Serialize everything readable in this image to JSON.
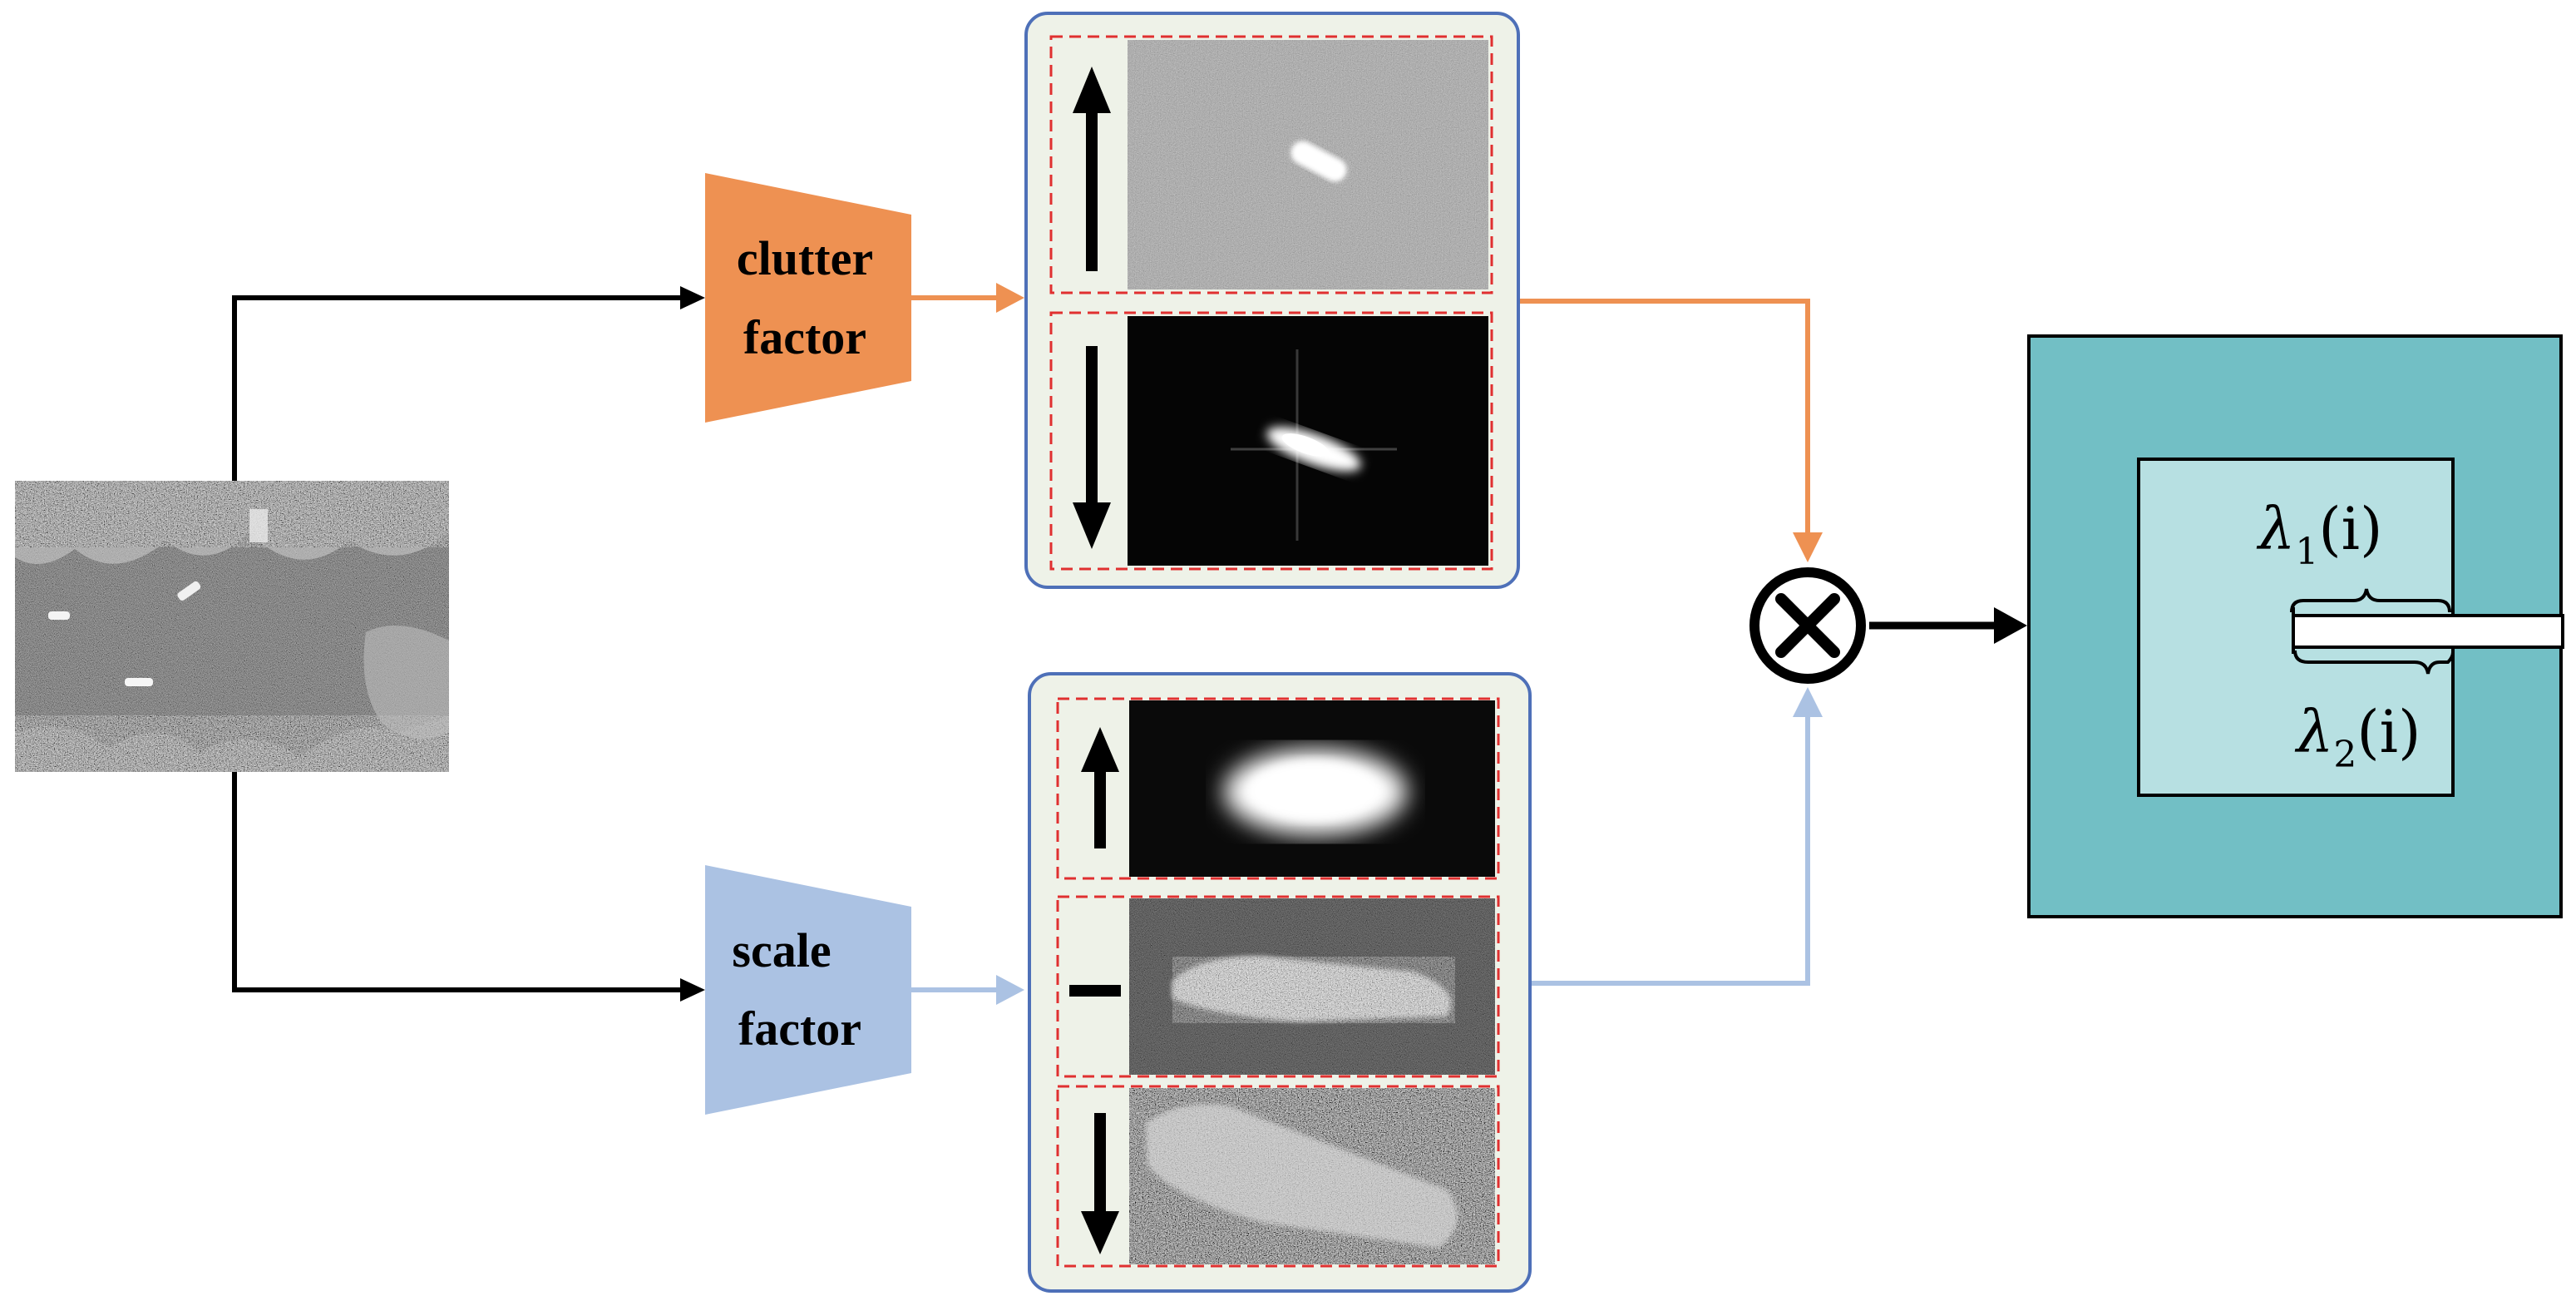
{
  "modules": {
    "clutter": {
      "line1": "clutter",
      "line2": "factor"
    },
    "scale": {
      "line1": "scale",
      "line2": "factor"
    }
  },
  "result": {
    "lambda1": {
      "sym": "λ",
      "sub": "1",
      "arg": "(i)"
    },
    "lambda2": {
      "sym": "λ",
      "sub": "2",
      "arg": "(i)"
    }
  },
  "colors": {
    "clutter": "#EE9152",
    "scale": "#ABC2E3",
    "panel_fill": "#EEF2E8",
    "panel_border": "#4E70B8",
    "dash": "#E03030",
    "outer_box": "#72BFC5",
    "inner_box": "#B7E0E2"
  },
  "icons": {
    "input": "sar-input-image",
    "multiply": "multiply-icon",
    "up": "arrow-up-icon",
    "down": "arrow-down-icon",
    "flat": "dash-icon"
  }
}
